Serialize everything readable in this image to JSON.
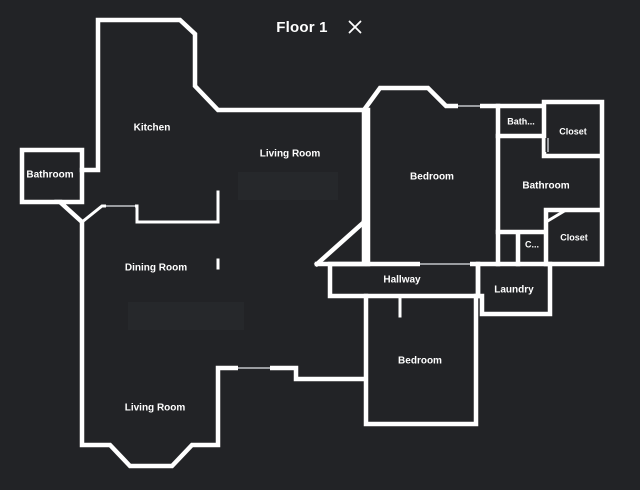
{
  "header": {
    "title": "Floor 1",
    "close_icon": "close-icon"
  },
  "colors": {
    "background": "#222326",
    "wall": "#ffffff",
    "text": "#ffffff",
    "window": "#9a9ca0"
  },
  "rooms": {
    "kitchen": "Kitchen",
    "living_room_top": "Living Room",
    "bathroom_left": "Bathroom",
    "dining_room": "Dining Room",
    "living_room_bottom": "Living Room",
    "bedroom_top": "Bedroom",
    "bath_small": "Bath...",
    "closet_top": "Closet",
    "bathroom_right": "Bathroom",
    "closet_small": "C...",
    "closet_bottom": "Closet",
    "hallway": "Hallway",
    "laundry": "Laundry",
    "bedroom_bottom": "Bedroom"
  }
}
